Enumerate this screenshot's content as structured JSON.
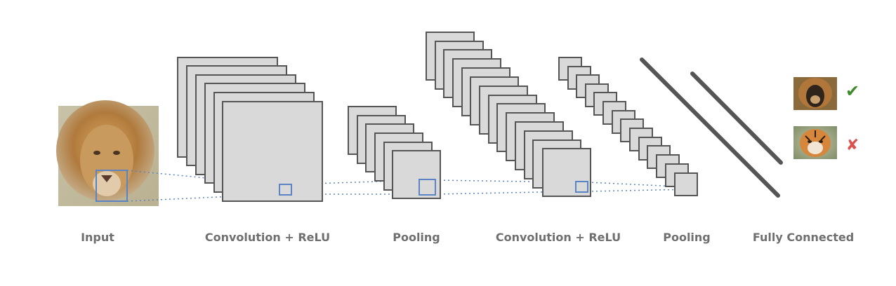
{
  "stages": [
    {
      "id": "input",
      "label": "Input"
    },
    {
      "id": "conv1",
      "label": "Convolution + ReLU"
    },
    {
      "id": "pool1",
      "label": "Pooling"
    },
    {
      "id": "conv2",
      "label": "Convolution + ReLU"
    },
    {
      "id": "pool2",
      "label": "Pooling"
    },
    {
      "id": "fc",
      "label": "Fully Connected"
    }
  ],
  "outputs": [
    {
      "class": "lion",
      "result_symbol": "✔",
      "result": "correct"
    },
    {
      "class": "tiger",
      "result_symbol": "✘",
      "result": "incorrect"
    }
  ],
  "colors": {
    "feature_map_fill": "#d9d9d9",
    "feature_map_stroke": "#555555",
    "receptive_field": "#5b84c4",
    "label_text": "#6f6f6f",
    "check": "#3f8a2a",
    "cross": "#d9534f"
  }
}
